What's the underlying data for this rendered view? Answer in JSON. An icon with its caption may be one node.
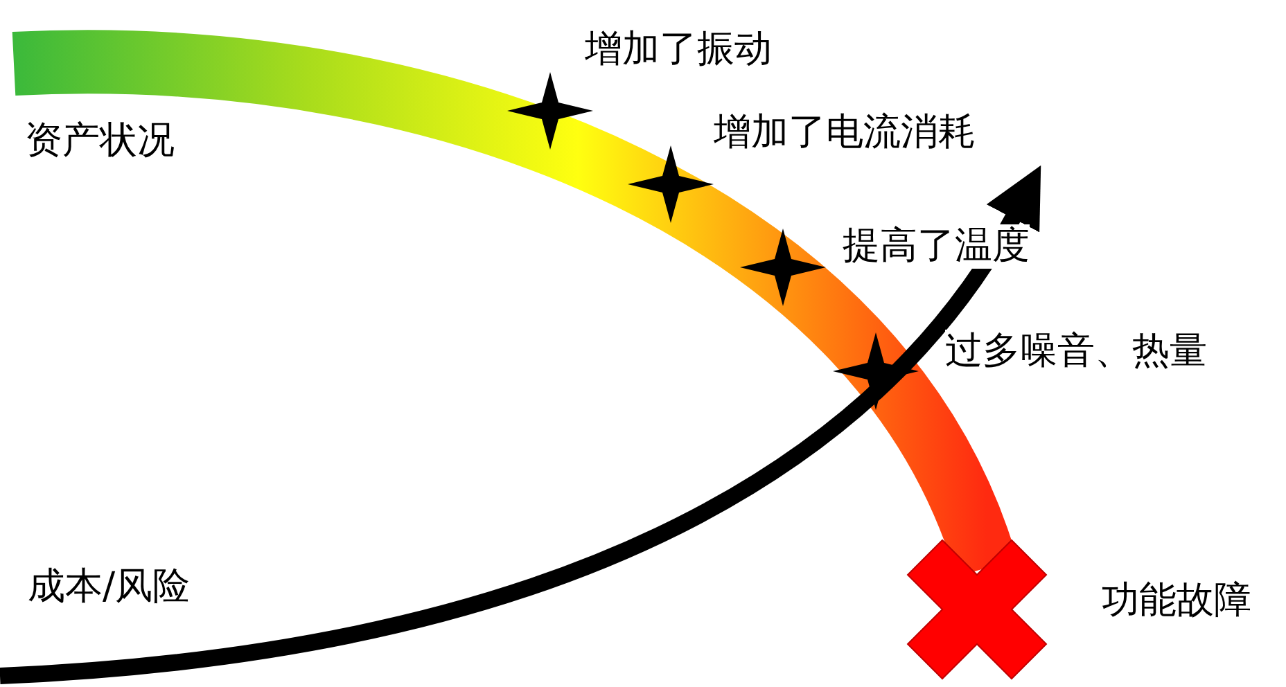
{
  "diagram": {
    "labels": [
      "增加了振动",
      "资产状况",
      "增加了电流消耗",
      "提高了温度",
      "过多噪音、热量",
      "成本/风险",
      "功能故障"
    ]
  }
}
